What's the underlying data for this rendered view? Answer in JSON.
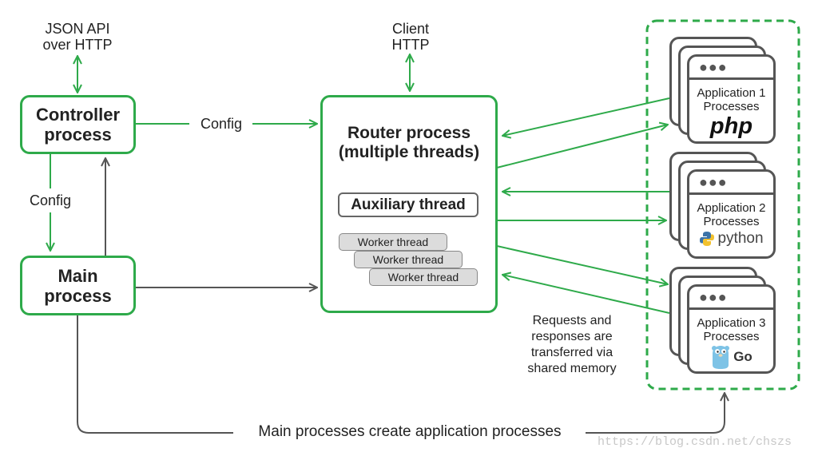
{
  "top_labels": {
    "json_api_line1": "JSON API",
    "json_api_line2": "over HTTP",
    "client_line1": "Client",
    "client_line2": "HTTP"
  },
  "controller": {
    "line1": "Controller",
    "line2": "process"
  },
  "main": {
    "line1": "Main",
    "line2": "process"
  },
  "router": {
    "line1": "Router process",
    "line2": "(multiple threads)",
    "aux_thread": "Auxiliary thread",
    "workers": [
      "Worker thread",
      "Worker thread",
      "Worker thread"
    ]
  },
  "edge_labels": {
    "config_horizontal": "Config",
    "config_vertical": "Config"
  },
  "shared_memory_note": [
    "Requests and",
    "responses are",
    "transferred via",
    "shared memory"
  ],
  "applications": [
    {
      "line1": "Application 1",
      "line2": "Processes",
      "logo": "php"
    },
    {
      "line1": "Application 2",
      "line2": "Processes",
      "logo": "python"
    },
    {
      "line1": "Application 3",
      "line2": "Processes",
      "logo": "Go"
    }
  ],
  "bottom_note": "Main processes create application processes",
  "watermark": "https://blog.csdn.net/chszs",
  "colors": {
    "green": "#2eaa4a",
    "gray": "#555555",
    "python_blue": "#3b73a8",
    "python_yellow": "#f2c12e",
    "gopher_blue": "#7ec3e6"
  }
}
